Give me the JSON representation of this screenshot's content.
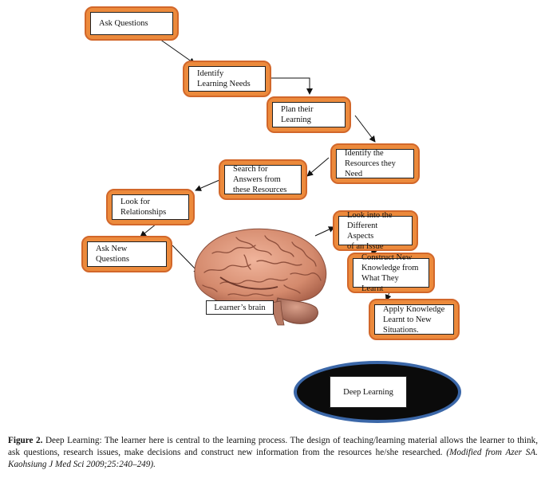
{
  "nodes": {
    "ask_questions": "Ask Questions",
    "identify_learning_needs": "Identify\nLearning Needs",
    "plan_learning": "Plan their\nLearning",
    "identify_resources": "Identify the\nResources they\nNeed",
    "search_answers": "Search for\nAnswers from\nthese Resources",
    "look_relationships": "Look for\nRelationships",
    "ask_new_questions": "Ask New\nQuestions",
    "look_aspects": "Look into the\nDifferent Aspects\nof an Issue",
    "construct_knowledge": "Construct New\nKnowledge from\nWhat They Learnt",
    "apply_knowledge": "Apply Knowledge\nLearnt to New\nSituations."
  },
  "brain_label": "Learner’s brain",
  "center_label": "Deep Learning",
  "caption": {
    "figure": "Figure 2.",
    "text": "Deep Learning: The learner here is central to the learning process. The design of teaching/learning material allows the learner to think, ask questions, research issues, make decisions and construct new information from the resources he/she researched.",
    "source": "(Modified from Azer SA. Kaohsiung J Med Sci 2009;25:240–249)."
  },
  "colors": {
    "box_fill": "#ec8a3c",
    "box_border": "#d2672a",
    "ellipse_fill": "#0b0b0b",
    "ellipse_border": "#3b67a8",
    "brain": "#d88f72"
  },
  "icons": {
    "brain": "brain-illustration"
  }
}
